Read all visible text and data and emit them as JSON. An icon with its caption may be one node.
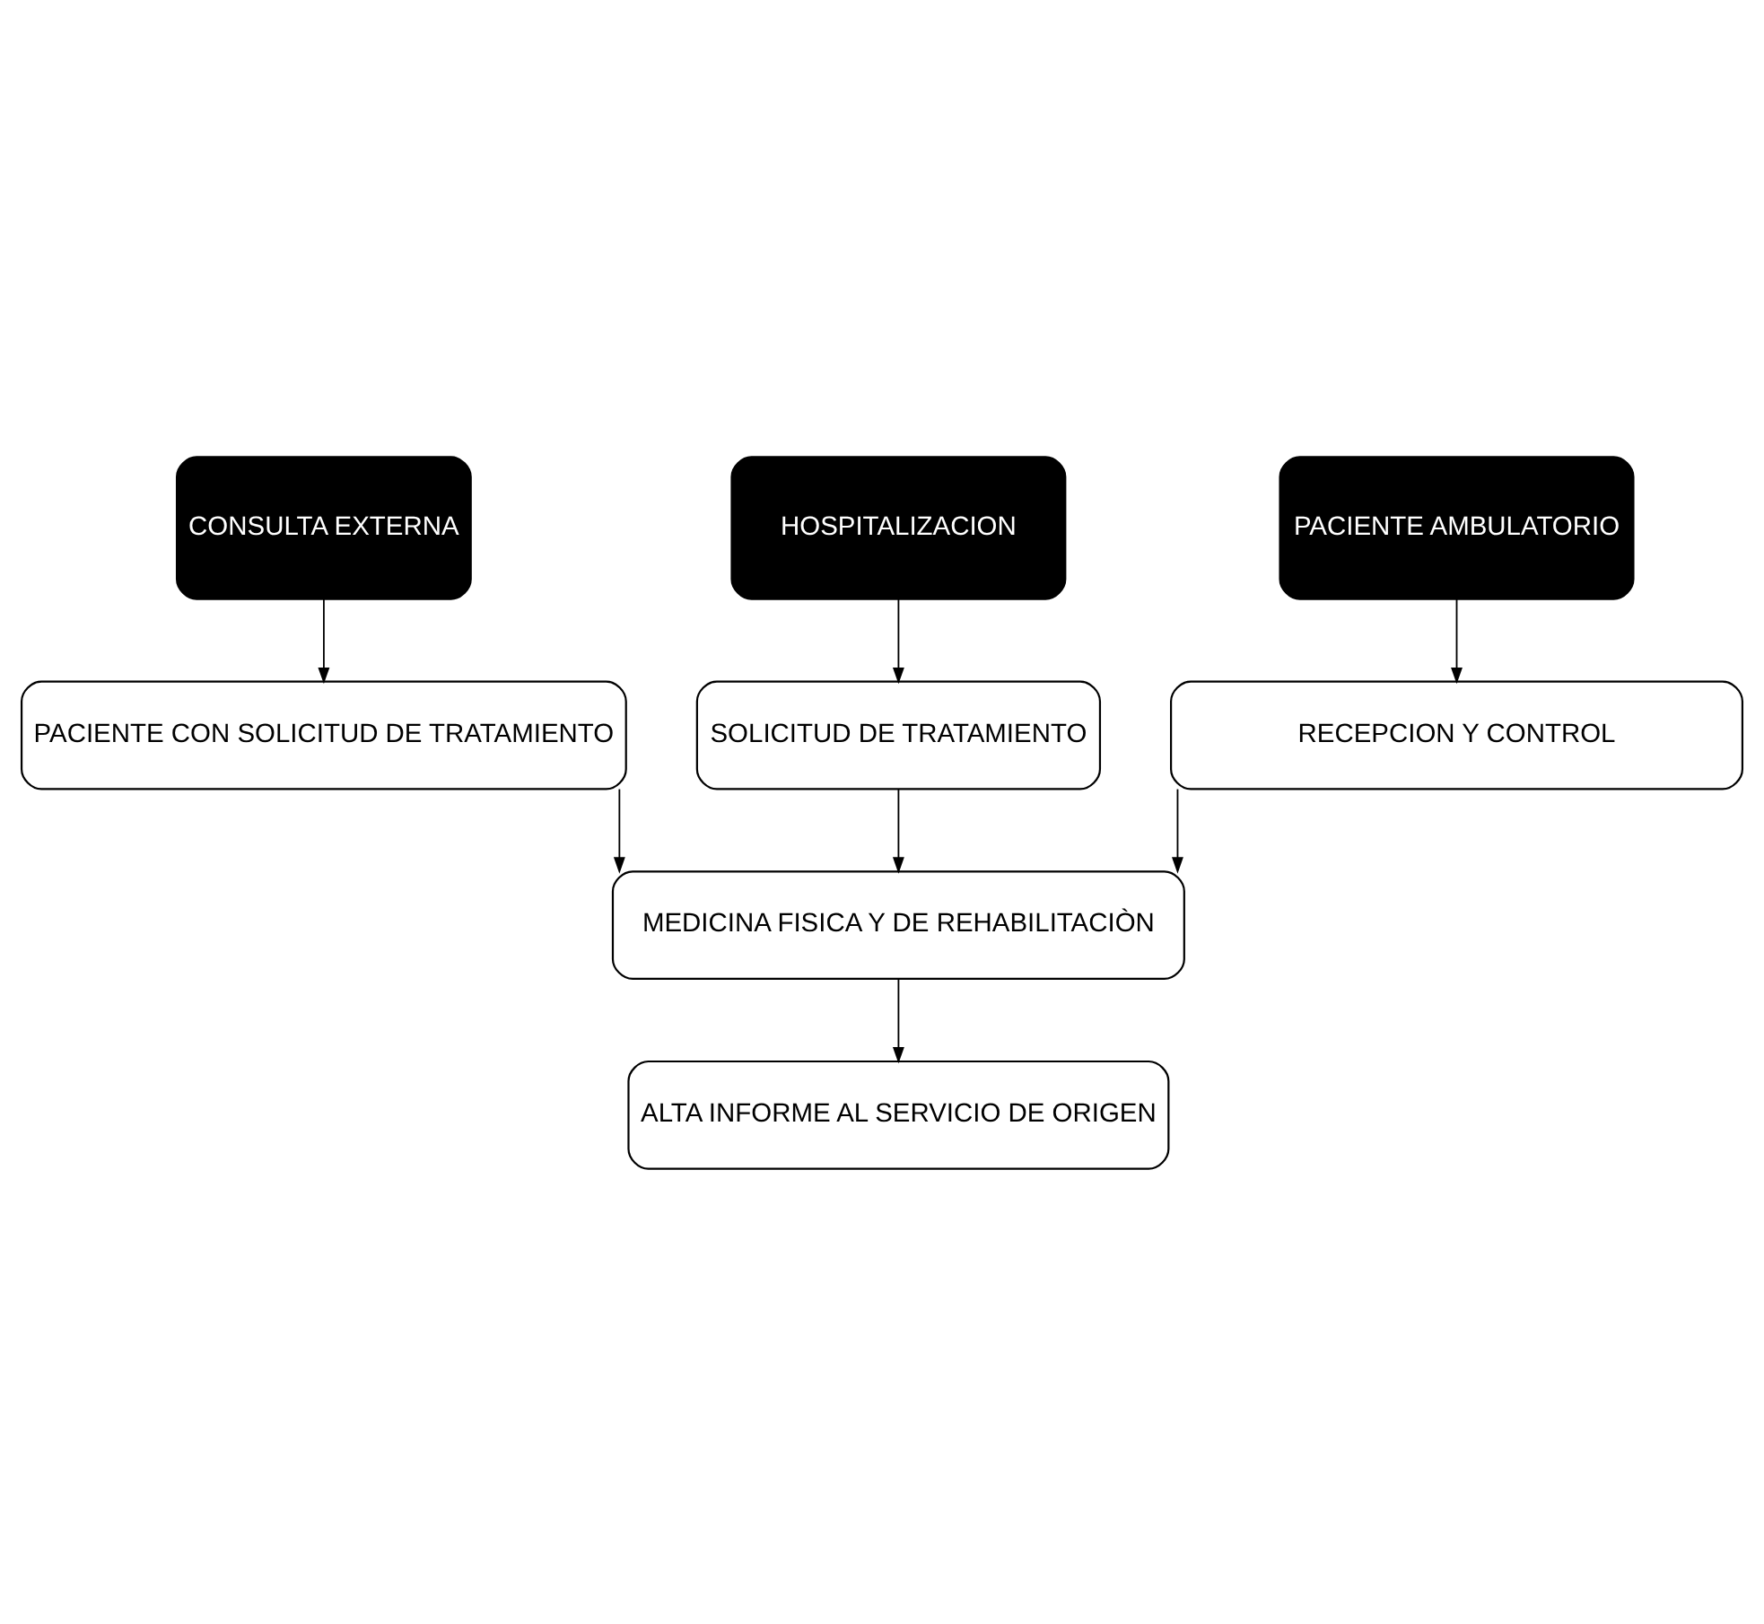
{
  "diagram": {
    "nodes": [
      {
        "text": [
          "CONSULTA EXTERNA"
        ]
      },
      {
        "text": [
          "PACIENTE AMBULATORIO"
        ]
      },
      {
        "text": [
          "HOSPITALIZACION"
        ]
      },
      {
        "text": [
          "PACIENTE CON SOLICITUD DE TRATAMIENTO"
        ]
      },
      {
        "text": [
          "SOLICITUD DE TRATAMIENTO"
        ]
      },
      {
        "text": [
          "RECEPCION Y CONTROL"
        ]
      },
      {
        "text": [
          "MEDICINA FISICA Y DE REHABILITACIÒN"
        ]
      },
      {
        "text": [
          "ALTA INFORME AL SERVICIO DE ORIGEN"
        ]
      }
    ],
    "edges": [
      {
        "from": 0,
        "to": 3,
        "arrow": "to"
      },
      {
        "from": 1,
        "to": 5,
        "arrow": "to"
      },
      {
        "from": 2,
        "to": 4,
        "arrow": "to"
      },
      {
        "from": 3,
        "to": 6,
        "arrow": "to"
      },
      {
        "from": 5,
        "to": 6,
        "arrow": "to"
      },
      {
        "from": 4,
        "to": 6,
        "arrow": "to"
      },
      {
        "from": 6,
        "to": 7,
        "arrow": "to"
      }
    ]
  }
}
